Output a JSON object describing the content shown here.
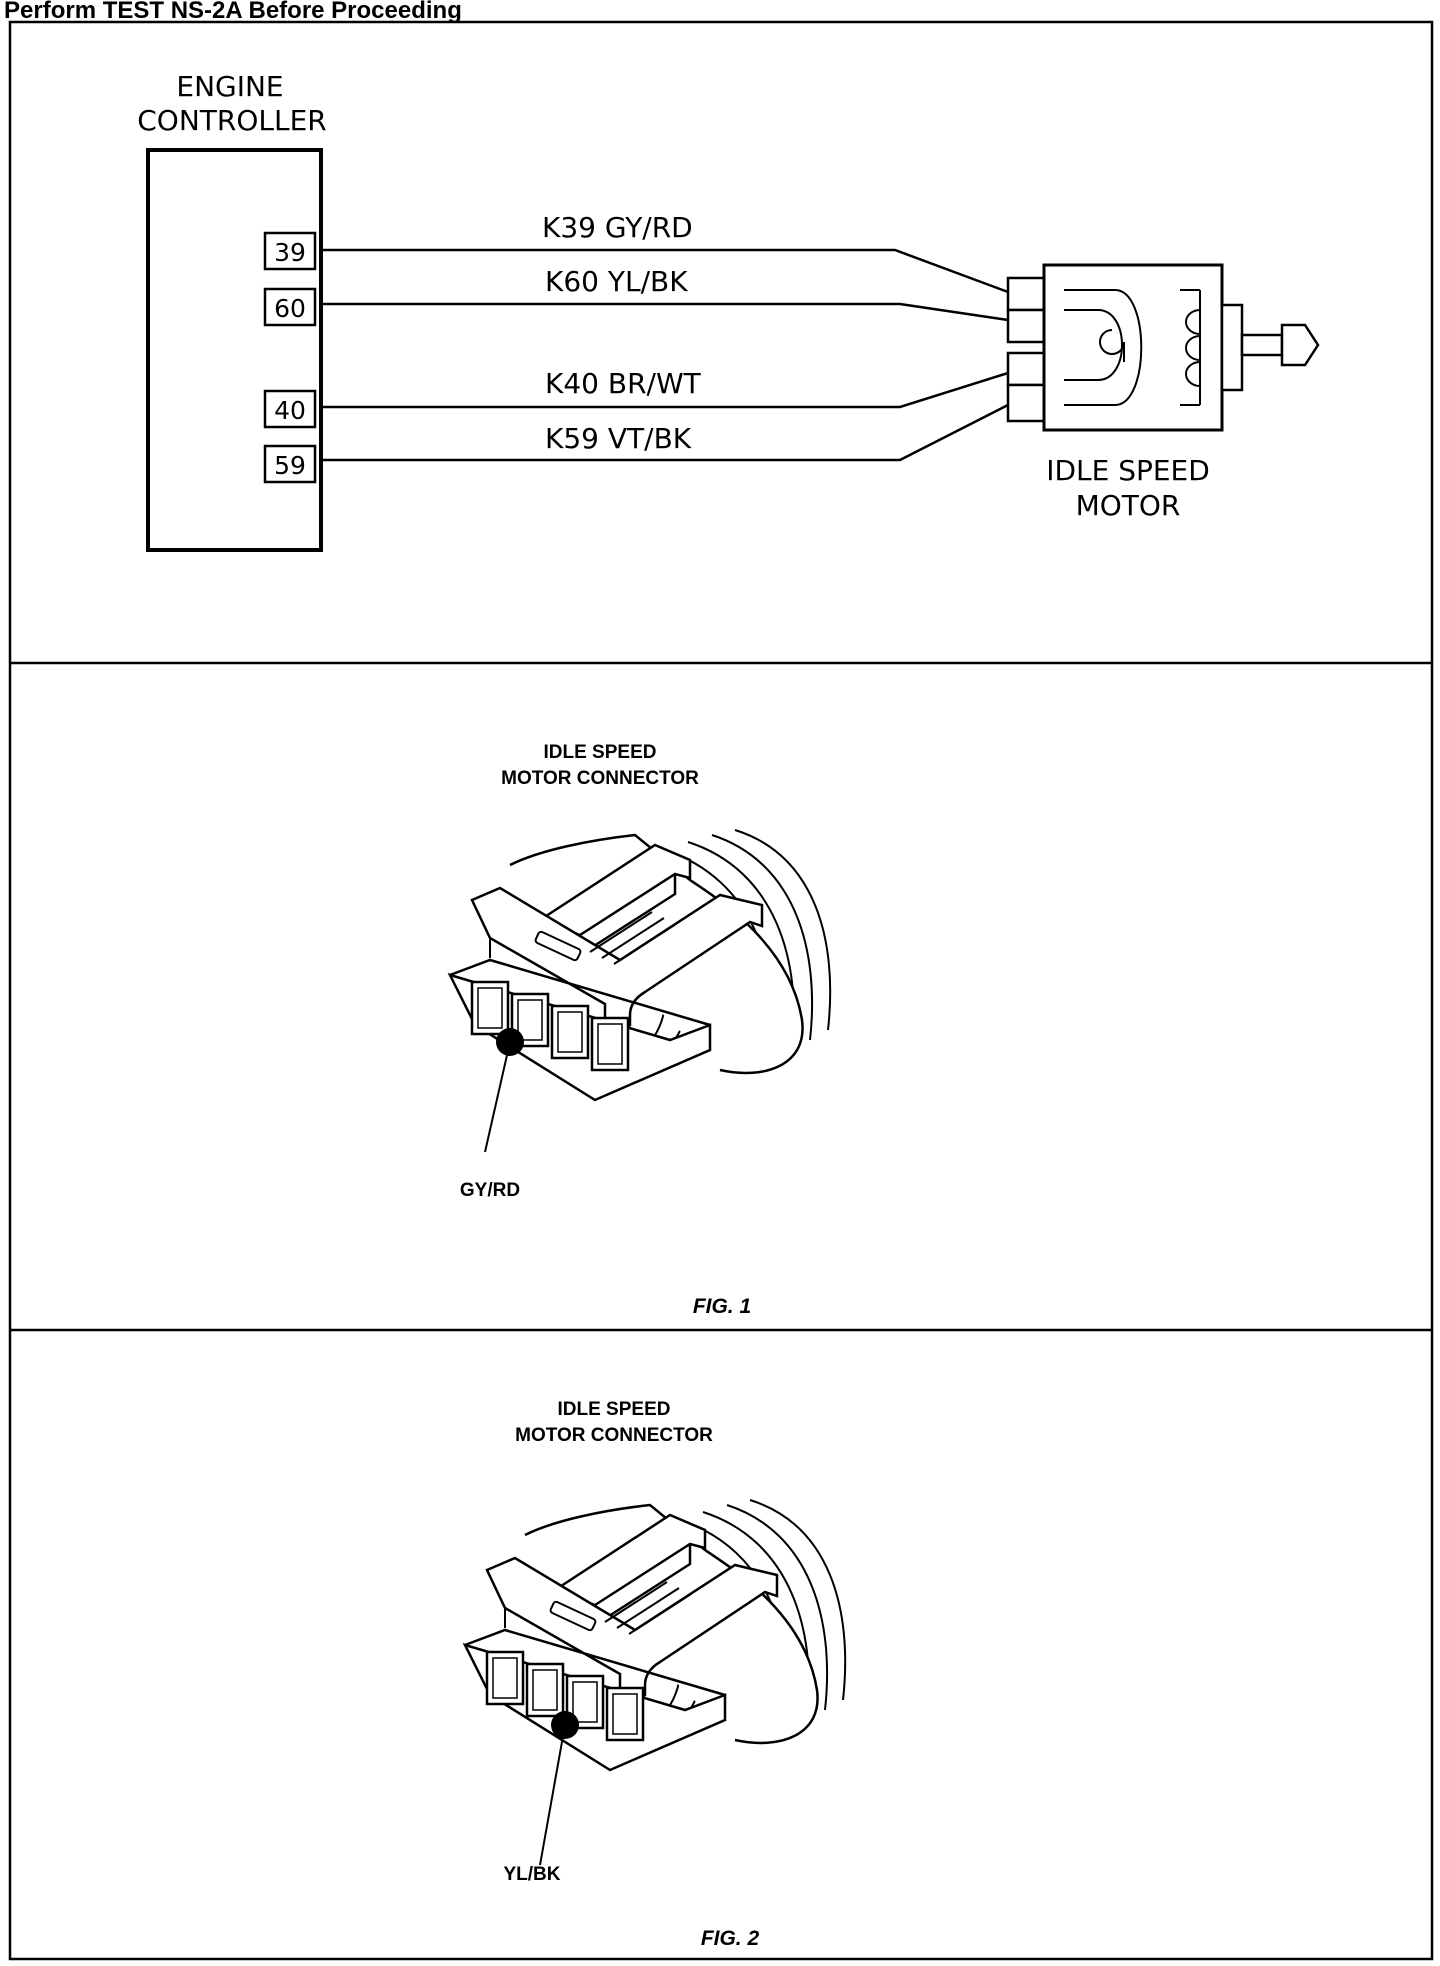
{
  "header": {
    "title": "Perform TEST NS-2A Before Proceeding"
  },
  "schematic": {
    "controller_label_line1": "ENGINE",
    "controller_label_line2": "CONTROLLER",
    "motor_label_line1": "IDLE SPEED",
    "motor_label_line2": "MOTOR",
    "wires": [
      {
        "pin": "39",
        "circuit": "K39 GY/RD"
      },
      {
        "pin": "60",
        "circuit": "K60 YL/BK"
      },
      {
        "pin": "40",
        "circuit": "K40 BR/WT"
      },
      {
        "pin": "59",
        "circuit": "K59 VT/BK"
      }
    ]
  },
  "figures": [
    {
      "caption_line1": "IDLE SPEED",
      "caption_line2": "MOTOR CONNECTOR",
      "cavity_label": "GY/RD",
      "fig_label": "FIG. 1"
    },
    {
      "caption_line1": "IDLE SPEED",
      "caption_line2": "MOTOR CONNECTOR",
      "cavity_label": "YL/BK",
      "fig_label": "FIG. 2"
    }
  ]
}
